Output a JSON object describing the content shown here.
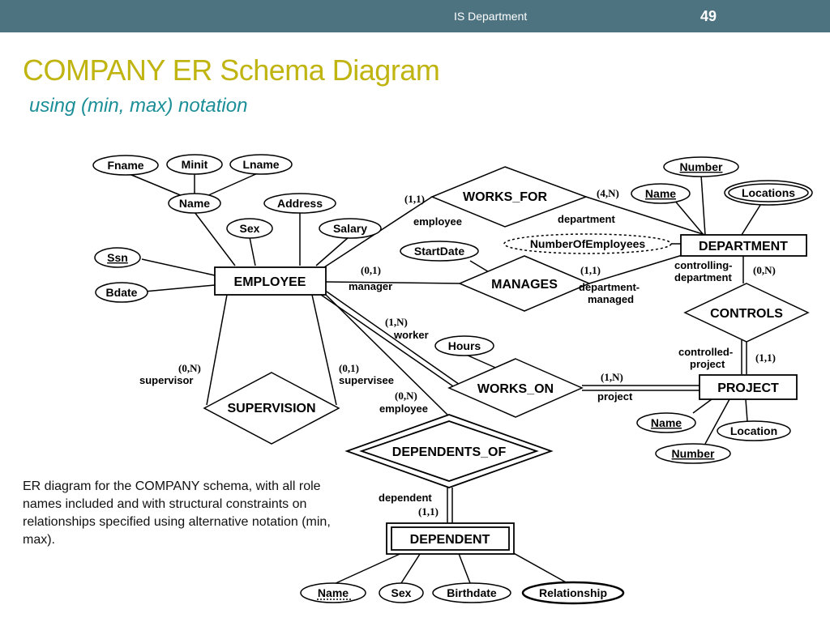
{
  "header": {
    "department": "IS Department",
    "slide_number": "49"
  },
  "title": "COMPANY ER Schema Diagram",
  "subtitle": "using (min, max) notation",
  "caption": "ER diagram for the COMPANY schema, with all role names included and with structural constraints on relationships specified using alternative notation (min, max).",
  "colors": {
    "header_bg": "#4d7380",
    "title": "#c0b411",
    "subtitle": "#1b8e97"
  },
  "entities": {
    "employee": "EMPLOYEE",
    "department": "DEPARTMENT",
    "project": "PROJECT",
    "dependent": "DEPENDENT"
  },
  "relationships": {
    "works_for": "WORKS_FOR",
    "manages": "MANAGES",
    "works_on": "WORKS_ON",
    "controls": "CONTROLS",
    "supervision": "SUPERVISION",
    "dependents_of": "DEPENDENTS_OF"
  },
  "attributes": {
    "fname": "Fname",
    "minit": "Minit",
    "lname": "Lname",
    "name": "Name",
    "address": "Address",
    "sex": "Sex",
    "salary": "Salary",
    "ssn": "Ssn",
    "bdate": "Bdate",
    "startdate": "StartDate",
    "number_of_employees": "NumberOfEmployees",
    "dept_number": "Number",
    "dept_name": "Name",
    "locations": "Locations",
    "hours": "Hours",
    "proj_name": "Name",
    "proj_location": "Location",
    "proj_number": "Number",
    "dep_name": "Name",
    "dep_sex": "Sex",
    "birthdate": "Birthdate",
    "relationship": "Relationship"
  },
  "roles": {
    "wf_employee": "employee",
    "wf_department": "department",
    "mg_manager": "manager",
    "mg_dept_1": "department-",
    "mg_dept_2": "managed",
    "wo_worker": "worker",
    "wo_project": "project",
    "ctl_controlling_1": "controlling-",
    "ctl_controlling_2": "department",
    "ctl_controlled_1": "controlled-",
    "ctl_controlled_2": "project",
    "sup_supervisor": "supervisor",
    "sup_supervisee": "supervisee",
    "do_employee": "employee",
    "do_dependent": "dependent"
  },
  "cardinalities": {
    "wf_employee": "(1,1)",
    "wf_department": "(4,N)",
    "mg_manager": "(0,1)",
    "mg_department": "(1,1)",
    "wo_worker": "(1,N)",
    "wo_project": "(1,N)",
    "ctl_controlling": "(0,N)",
    "ctl_controlled": "(1,1)",
    "sup_supervisor": "(0,N)",
    "sup_supervisee": "(0,1)",
    "do_employee": "(0,N)",
    "do_dependent": "(1,1)"
  }
}
